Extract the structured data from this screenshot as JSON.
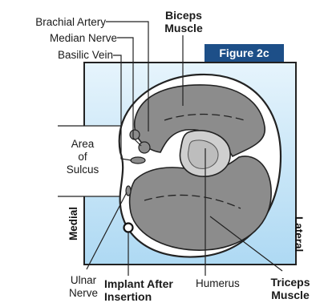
{
  "figure": {
    "badge": "Figure 2c",
    "labels": {
      "brachial_artery": "Brachial Artery",
      "median_nerve": "Median Nerve",
      "basilic_vein": "Basilic Vein",
      "biceps_muscle": "Biceps\nMuscle",
      "area_of_sulcus": "Area\nof\nSulcus",
      "medial": "Medial",
      "lateral": "Lateral",
      "ulnar_nerve": "Ulnar\nNerve",
      "implant_after_insertion": "Implant After\nInsertion",
      "humerus": "Humerus",
      "triceps_muscle": "Triceps\nMuscle"
    },
    "colors": {
      "badge_bg": "#1d4f88",
      "panel_light": "#e4f3fc",
      "panel_mid": "#b5ddf5",
      "muscle_gray": "#8c8c8c",
      "bone_gray": "#c9c9c9",
      "outline": "#222222"
    }
  }
}
